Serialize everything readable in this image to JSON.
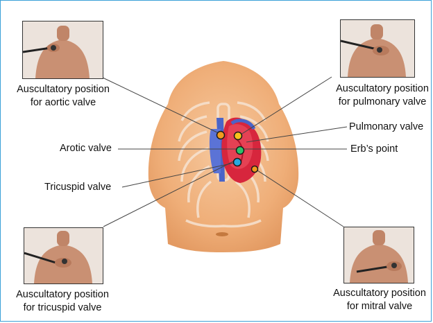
{
  "labels": {
    "aortic_left": "Arotic valve",
    "tricuspid_left": "Tricuspid valve",
    "pulmonary_right": "Pulmonary valve",
    "erbs_right": "Erb’s point"
  },
  "photos": {
    "aortic": {
      "line1": "Auscultatory position",
      "line2": "for aortic valve"
    },
    "pulmonary": {
      "line1": "Auscultatory position",
      "line2": "for pulmonary valve"
    },
    "tricuspid": {
      "line1": "Auscultatory position",
      "line2": "for tricuspid valve"
    },
    "mitral": {
      "line1": "Auscultatory position",
      "line2": "for mitral valve"
    }
  },
  "colors": {
    "border": "#3aa0d8",
    "torso": "#f1b27d",
    "heart": "#d7263d",
    "vessel_blue": "#4a64c8",
    "marker_green": "#2ec26a",
    "marker_blue": "#27a9e0",
    "marker_orange": "#f29a1f",
    "marker_yellow": "#f7c21d"
  }
}
